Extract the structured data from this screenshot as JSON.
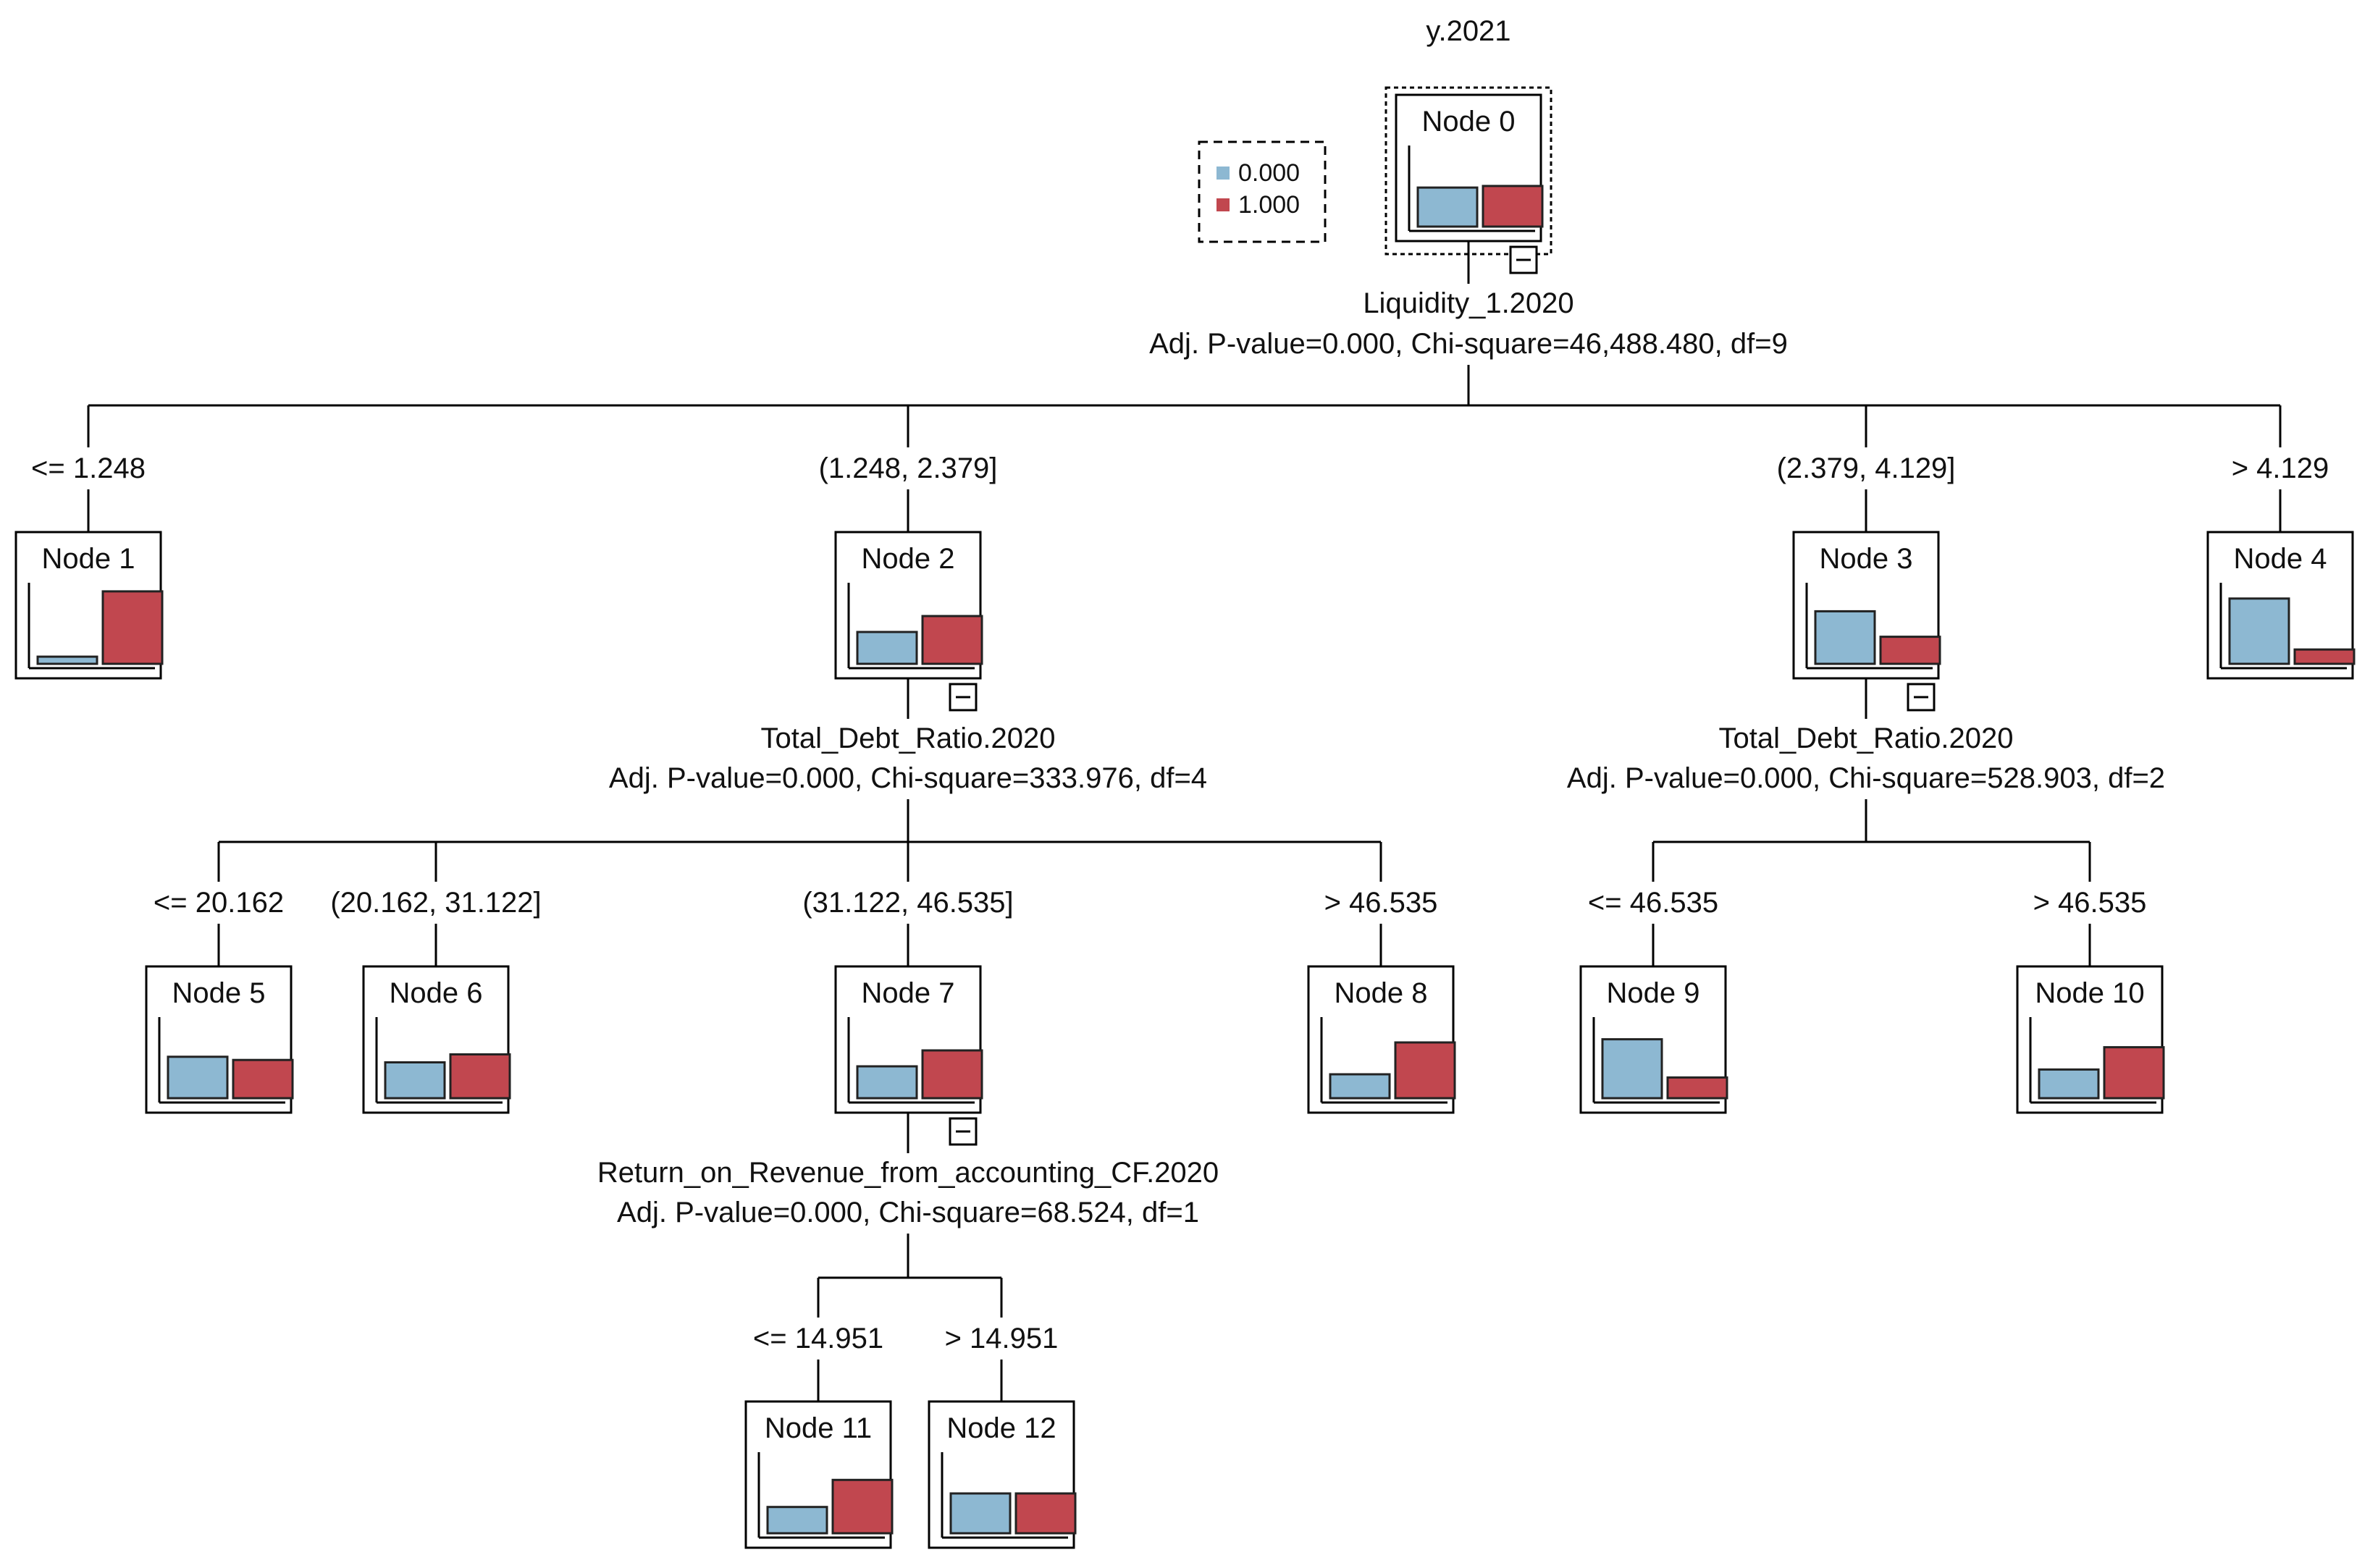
{
  "title": "y.2021",
  "colors": {
    "class_0": "#8db8d2",
    "class_1": "#c1474f"
  },
  "legend": [
    {
      "label": "0.000",
      "color_key": "class_0"
    },
    {
      "label": "1.000",
      "color_key": "class_1"
    }
  ],
  "nodes": [
    {
      "id": 0,
      "label": "Node 0",
      "share": [
        0.49,
        0.51
      ],
      "collapse": true,
      "selected": true
    },
    {
      "id": 1,
      "label": "Node 1",
      "share": [
        0.09,
        0.91
      ]
    },
    {
      "id": 2,
      "label": "Node 2",
      "share": [
        0.4,
        0.6
      ],
      "collapse": true
    },
    {
      "id": 3,
      "label": "Node 3",
      "share": [
        0.66,
        0.34
      ],
      "collapse": true
    },
    {
      "id": 4,
      "label": "Node 4",
      "share": [
        0.82,
        0.18
      ]
    },
    {
      "id": 5,
      "label": "Node 5",
      "share": [
        0.52,
        0.48
      ]
    },
    {
      "id": 6,
      "label": "Node 6",
      "share": [
        0.45,
        0.55
      ]
    },
    {
      "id": 7,
      "label": "Node 7",
      "share": [
        0.4,
        0.6
      ],
      "collapse": true
    },
    {
      "id": 8,
      "label": "Node 8",
      "share": [
        0.3,
        0.7
      ]
    },
    {
      "id": 9,
      "label": "Node 9",
      "share": [
        0.74,
        0.26
      ]
    },
    {
      "id": 10,
      "label": "Node 10",
      "share": [
        0.36,
        0.64
      ]
    },
    {
      "id": 11,
      "label": "Node 11",
      "share": [
        0.33,
        0.67
      ]
    },
    {
      "id": 12,
      "label": "Node 12",
      "share": [
        0.5,
        0.5
      ]
    }
  ],
  "splits": [
    {
      "node": 0,
      "variable": "Liquidity_1.2020",
      "stats": "Adj. P-value=0.000, Chi-square=46,488.480, df=9"
    },
    {
      "node": 2,
      "variable": "Total_Debt_Ratio.2020",
      "stats": "Adj. P-value=0.000, Chi-square=333.976, df=4"
    },
    {
      "node": 3,
      "variable": "Total_Debt_Ratio.2020",
      "stats": "Adj. P-value=0.000, Chi-square=528.903, df=2"
    },
    {
      "node": 7,
      "variable": "Return_on_Revenue_from_accounting_CF.2020",
      "stats": "Adj. P-value=0.000, Chi-square=68.524, df=1"
    }
  ],
  "edges": [
    {
      "from": 0,
      "to": 1,
      "label": "<=  1.248"
    },
    {
      "from": 0,
      "to": 2,
      "label": "(1.248, 2.379]"
    },
    {
      "from": 0,
      "to": 3,
      "label": "(2.379, 4.129]"
    },
    {
      "from": 0,
      "to": 4,
      "label": "> 4.129"
    },
    {
      "from": 2,
      "to": 5,
      "label": "<= 20.162"
    },
    {
      "from": 2,
      "to": 6,
      "label": "(20.162, 31.122]"
    },
    {
      "from": 2,
      "to": 7,
      "label": "(31.122, 46.535]"
    },
    {
      "from": 2,
      "to": 8,
      "label": "> 46.535"
    },
    {
      "from": 3,
      "to": 9,
      "label": "<= 46.535"
    },
    {
      "from": 3,
      "to": 10,
      "label": "> 46.535"
    },
    {
      "from": 7,
      "to": 11,
      "label": "<= 14.951"
    },
    {
      "from": 7,
      "to": 12,
      "label": "> 14.951"
    }
  ]
}
